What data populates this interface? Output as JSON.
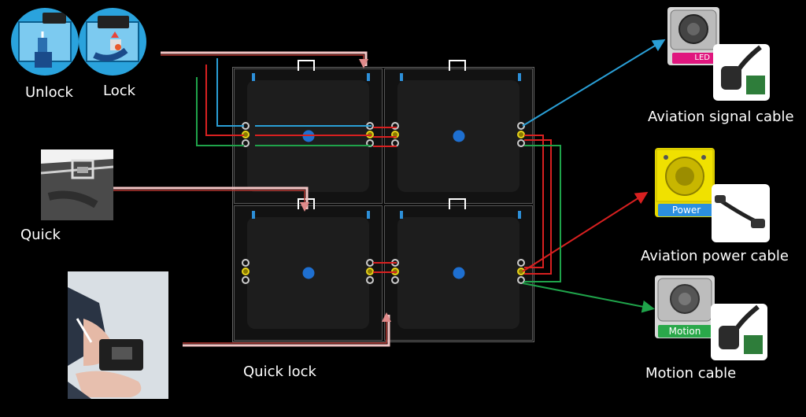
{
  "labels": {
    "unlock": "Unlock",
    "lock": "Lock",
    "quick": "Quick",
    "quick_lock": "Quick lock",
    "aviation_signal_cable": "Aviation signal cable",
    "aviation_power_cable": "Aviation power cable",
    "motion_cable": "Motion cable"
  },
  "connector_tags": {
    "led": "LED",
    "power": "Power",
    "motion": "Motion"
  },
  "colors": {
    "signal_line": "#2a9fd6",
    "power_line": "#d82020",
    "motion_line": "#1fa34a",
    "quick_lock_line": "#f0b9b9",
    "led_tag": "#e0167e",
    "power_tag": "#2b8fe0",
    "motion_tag": "#2aa84a"
  },
  "icons": {
    "unlock_thumb": "unlock-latch-photo",
    "lock_thumb": "lock-latch-photo",
    "quick_thumb": "quick-latch-photo",
    "quick_lock_photo": "hand-quick-lock-photo",
    "led_connector": "aviation-signal-connector",
    "power_connector": "aviation-power-connector",
    "motion_connector": "motion-connector"
  }
}
